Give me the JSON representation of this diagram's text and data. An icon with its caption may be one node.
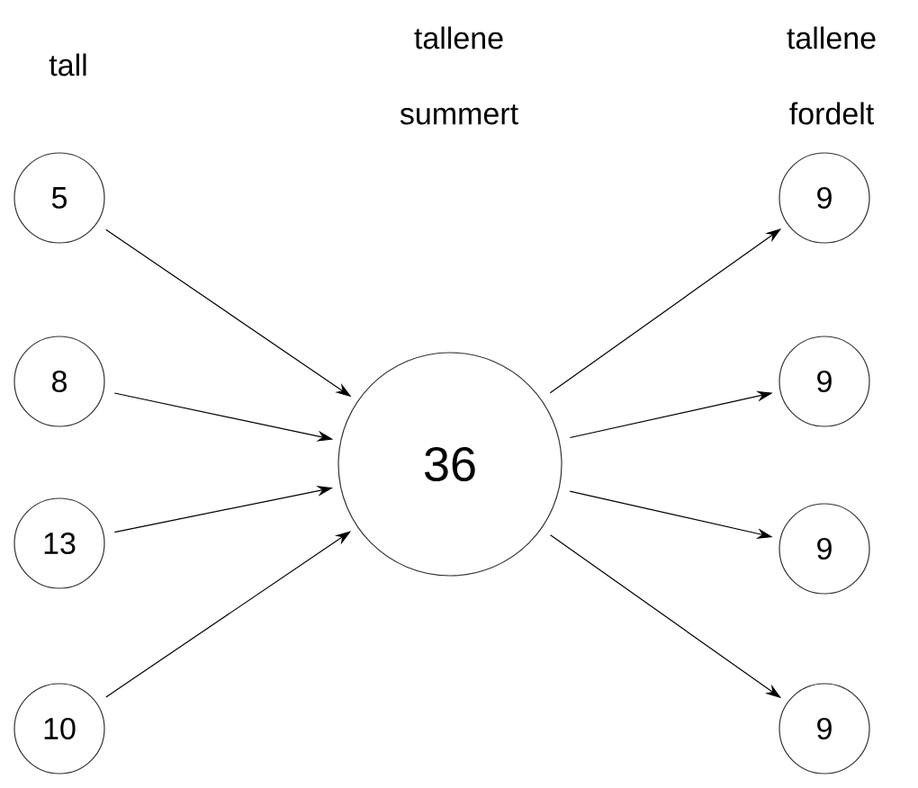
{
  "diagram": {
    "nodes": [
      {
        "text": [
          "5"
        ]
      },
      {
        "text": [
          "8"
        ]
      },
      {
        "text": [
          "13"
        ]
      },
      {
        "text": [
          "10"
        ]
      },
      {
        "text": [
          "36"
        ]
      },
      {
        "text": [
          "9"
        ]
      },
      {
        "text": [
          "9"
        ]
      },
      {
        "text": [
          "9"
        ]
      },
      {
        "text": [
          "9"
        ]
      }
    ],
    "edges": [
      {
        "from": 0,
        "to": 4,
        "arrow": "to"
      },
      {
        "from": 1,
        "to": 4,
        "arrow": "to"
      },
      {
        "from": 2,
        "to": 4,
        "arrow": "to"
      },
      {
        "from": 3,
        "to": 4,
        "arrow": "to"
      },
      {
        "from": 4,
        "to": 5,
        "arrow": "to"
      },
      {
        "from": 4,
        "to": 6,
        "arrow": "to"
      },
      {
        "from": 4,
        "to": 7,
        "arrow": "to"
      },
      {
        "from": 4,
        "to": 8,
        "arrow": "to"
      }
    ],
    "labels": [
      "tall",
      "tallene summert",
      "tallene fordelt"
    ]
  }
}
